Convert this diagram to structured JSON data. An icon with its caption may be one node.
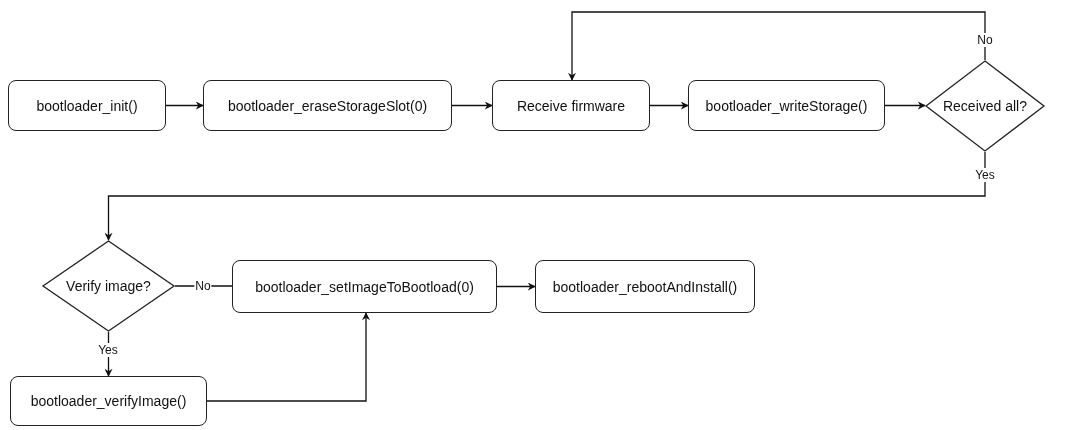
{
  "diagram": {
    "nodes": [
      {
        "text": [
          "bootloader_init()"
        ]
      },
      {
        "text": [
          "bootloader_eraseStorageSlot(0)"
        ]
      },
      {
        "text": [
          "Receive firmware"
        ]
      },
      {
        "text": [
          "bootloader_writeStorage()"
        ]
      },
      {
        "text": [
          "Received all?"
        ]
      },
      {
        "text": [
          "Verify image?"
        ]
      },
      {
        "text": [
          "bootloader_setImageToBootload(0)"
        ]
      },
      {
        "text": [
          "bootloader_rebootAndInstall()"
        ]
      },
      {
        "text": [
          "bootloader_verifyImage()"
        ]
      }
    ],
    "edges": [
      {
        "from": 0,
        "to": 1,
        "arrow": "to"
      },
      {
        "from": 1,
        "to": 2,
        "arrow": "to"
      },
      {
        "from": 2,
        "to": 3,
        "arrow": "to"
      },
      {
        "from": 3,
        "to": 4,
        "arrow": "to"
      },
      {
        "from": 4,
        "to": 2,
        "arrow": "to",
        "label": "No"
      },
      {
        "from": 4,
        "to": 5,
        "arrow": "to",
        "label": "Yes"
      },
      {
        "from": 5,
        "to": 6,
        "arrow": "none",
        "label": "No"
      },
      {
        "from": 5,
        "to": 8,
        "arrow": "to",
        "label": "Yes"
      },
      {
        "from": 8,
        "to": 6,
        "arrow": "to"
      },
      {
        "from": 6,
        "to": 7,
        "arrow": "to"
      }
    ]
  }
}
